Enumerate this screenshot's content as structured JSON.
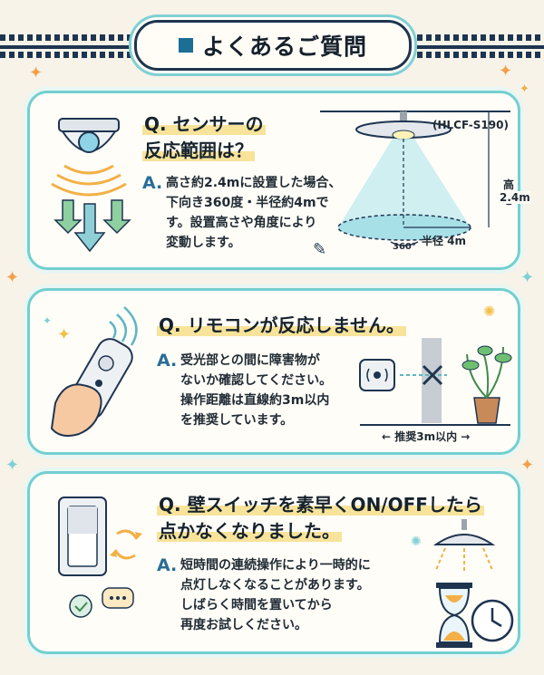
{
  "header": {
    "title": "よくあるご質問"
  },
  "faq": [
    {
      "q_line1": "Q. センサーの",
      "q_line2": "反応範囲は？",
      "a_mark": "A.",
      "a_lines": [
        "高さ約2.4mに設置した場合、",
        "下向き360度・半径約4mで",
        "す。設置高さや角度により",
        "変動します。"
      ],
      "model": "(HLCF-S190)",
      "height_label_1": "高さ",
      "height_label_2": "2.4m",
      "radius_label": "半径 4m",
      "angle_label": "360°"
    },
    {
      "q_line1": "Q. リモコンが反応しません。",
      "a_mark": "A.",
      "a_lines": [
        "受光部との間に障害物が",
        "ないか確認してください。",
        "操作距離は直線約3m以内",
        "を推奨しています。"
      ],
      "distance_label": "推奨3m以内"
    },
    {
      "q_line1": "Q. 壁スイッチを素早くON/OFFしたら",
      "q_line2": "点かなくなりました。",
      "a_mark": "A.",
      "a_lines": [
        "短時間の連続操作により一時的に",
        "点灯しなくなることがあります。",
        "しばらく時間を置いてから",
        "再度お試しください。"
      ]
    }
  ],
  "colors": {
    "navy": "#1e3550",
    "teal_border": "#73cfcf",
    "accent_blue": "#2a6d97",
    "highlight": "#f7e39a",
    "background": "#f7f3e8"
  }
}
